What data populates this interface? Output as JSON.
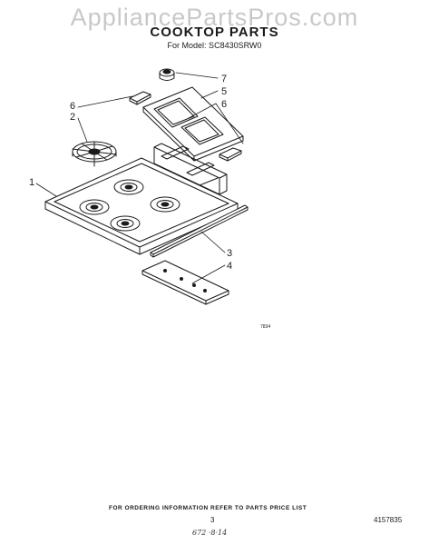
{
  "watermark": "AppliancePartsPros.com",
  "title": "COOKTOP PARTS",
  "subtitle": "For Model: SC8430SRW0",
  "callouts": [
    "7",
    "5",
    "6",
    "6",
    "2",
    "1",
    "3",
    "4"
  ],
  "diagram_code": "7834",
  "footer": {
    "ordering_note": "FOR ORDERING INFORMATION REFER TO PARTS PRICE LIST",
    "page_number": "3",
    "document_number": "4157835",
    "handwritten_note": "672 ·8·14"
  },
  "colors": {
    "ink": "#1a1a1a",
    "watermark": "#c8c8c8",
    "background": "#ffffff"
  }
}
